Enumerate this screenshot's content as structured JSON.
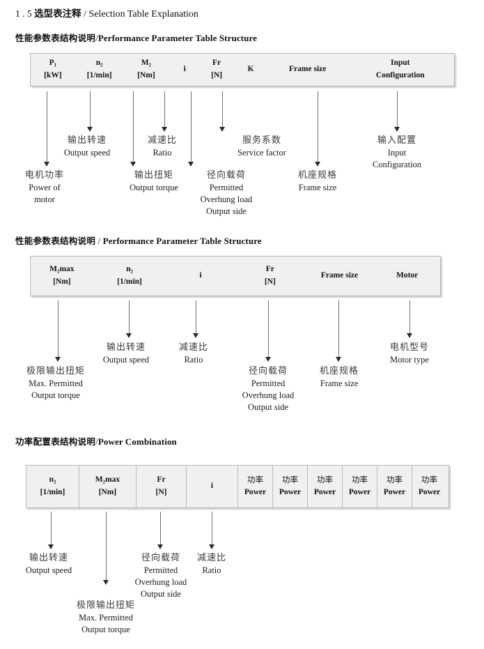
{
  "document": {
    "number": "1 . 5",
    "title_cn": "选型表注释",
    "separator": "/",
    "title_en": "Selection Table Explanation"
  },
  "sections": [
    {
      "id": "performance-parameter-1",
      "heading_cn": "性能参数表结构说明",
      "heading_sep": "/",
      "heading_en": "Performance Parameter Table Structure",
      "table": {
        "columns": [
          {
            "name": "p1",
            "line1": "P₁",
            "line2": "[kW]"
          },
          {
            "name": "n2",
            "line1": "n₂",
            "line2": "[1/min]"
          },
          {
            "name": "m2",
            "line1": "M₂",
            "line2": "[Nm]"
          },
          {
            "name": "i",
            "line1": "i",
            "line2": ""
          },
          {
            "name": "fr",
            "line1": "Fr",
            "line2": "[N]"
          },
          {
            "name": "k",
            "line1": "K",
            "line2": ""
          },
          {
            "name": "frame",
            "line1": "Frame size",
            "line2": ""
          },
          {
            "name": "input",
            "line1": "Input",
            "line2": "Configuration"
          }
        ]
      },
      "annotations": [
        {
          "name": "power-of-motor",
          "cn": "电机功率",
          "en": [
            "Power of",
            "motor"
          ]
        },
        {
          "name": "output-speed",
          "cn": "输出转速",
          "en": [
            "Output speed"
          ]
        },
        {
          "name": "output-torque",
          "cn": "输出扭矩",
          "en": [
            "Output torque"
          ]
        },
        {
          "name": "ratio",
          "cn": "减速比",
          "en": [
            "Ratio"
          ]
        },
        {
          "name": "overhung-load",
          "cn": "径向载荷",
          "en": [
            "Permitted",
            "Overhung load",
            "Output side"
          ]
        },
        {
          "name": "service-factor",
          "cn": "服务系数",
          "en": [
            "Service factor"
          ]
        },
        {
          "name": "frame-size",
          "cn": "机座规格",
          "en": [
            "Frame size"
          ]
        },
        {
          "name": "input-config",
          "cn": "输入配置",
          "en": [
            "Input",
            "Configuration"
          ]
        }
      ]
    },
    {
      "id": "performance-parameter-2",
      "heading_cn": "性能参数表结构说明",
      "heading_sep": "/",
      "heading_en": "Performance Parameter Table Structure",
      "table": {
        "columns": [
          {
            "name": "m2max",
            "line1": "M₂max",
            "line2": "[Nm]"
          },
          {
            "name": "n2",
            "line1": "n₂",
            "line2": "[1/min]"
          },
          {
            "name": "i",
            "line1": "i",
            "line2": ""
          },
          {
            "name": "fr",
            "line1": "Fr",
            "line2": "[N]"
          },
          {
            "name": "frame",
            "line1": "Frame size",
            "line2": ""
          },
          {
            "name": "motor",
            "line1": "Motor",
            "line2": ""
          }
        ]
      },
      "annotations": [
        {
          "name": "max-output-torque",
          "cn": "极限输出扭矩",
          "en": [
            "Max. Permitted",
            "Output  torque"
          ]
        },
        {
          "name": "output-speed",
          "cn": "输出转速",
          "en": [
            "Output speed"
          ]
        },
        {
          "name": "ratio",
          "cn": "减速比",
          "en": [
            "Ratio"
          ]
        },
        {
          "name": "overhung-load",
          "cn": "径向载荷",
          "en": [
            "Permitted",
            "Overhung load",
            "Output side"
          ]
        },
        {
          "name": "frame-size",
          "cn": "机座规格",
          "en": [
            "Frame size"
          ]
        },
        {
          "name": "motor-type",
          "cn": "电机型号",
          "en": [
            "Motor type"
          ]
        }
      ]
    },
    {
      "id": "power-combination",
      "heading_cn": "功率配置表结构说明",
      "heading_sep": "/",
      "heading_en": "Power Combination",
      "table": {
        "columns": [
          {
            "name": "n2",
            "line1": "n₂",
            "line2": "[1/min]"
          },
          {
            "name": "m2max",
            "line1": "M₂max",
            "line2": "[Nm]"
          },
          {
            "name": "fr",
            "line1": "Fr",
            "line2": "[N]"
          },
          {
            "name": "i",
            "line1": "i",
            "line2": ""
          },
          {
            "name": "power1",
            "line1": "功率",
            "line2": "Power"
          },
          {
            "name": "power2",
            "line1": "功率",
            "line2": "Power"
          },
          {
            "name": "power3",
            "line1": "功率",
            "line2": "Power"
          },
          {
            "name": "power4",
            "line1": "功率",
            "line2": "Power"
          },
          {
            "name": "power5",
            "line1": "功率",
            "line2": "Power"
          },
          {
            "name": "power6",
            "line1": "功率",
            "line2": "Power"
          }
        ]
      },
      "annotations": [
        {
          "name": "output-speed",
          "cn": "输出转速",
          "en": [
            "Output speed"
          ]
        },
        {
          "name": "max-output-torque",
          "cn": "极限输出扭矩",
          "en": [
            "Max. Permitted",
            "Output  torque"
          ]
        },
        {
          "name": "overhung-load",
          "cn": "径向载荷",
          "en": [
            "Permitted",
            "Overhung load",
            "Output side"
          ]
        },
        {
          "name": "ratio",
          "cn": "减速比",
          "en": [
            "Ratio"
          ]
        }
      ]
    }
  ]
}
